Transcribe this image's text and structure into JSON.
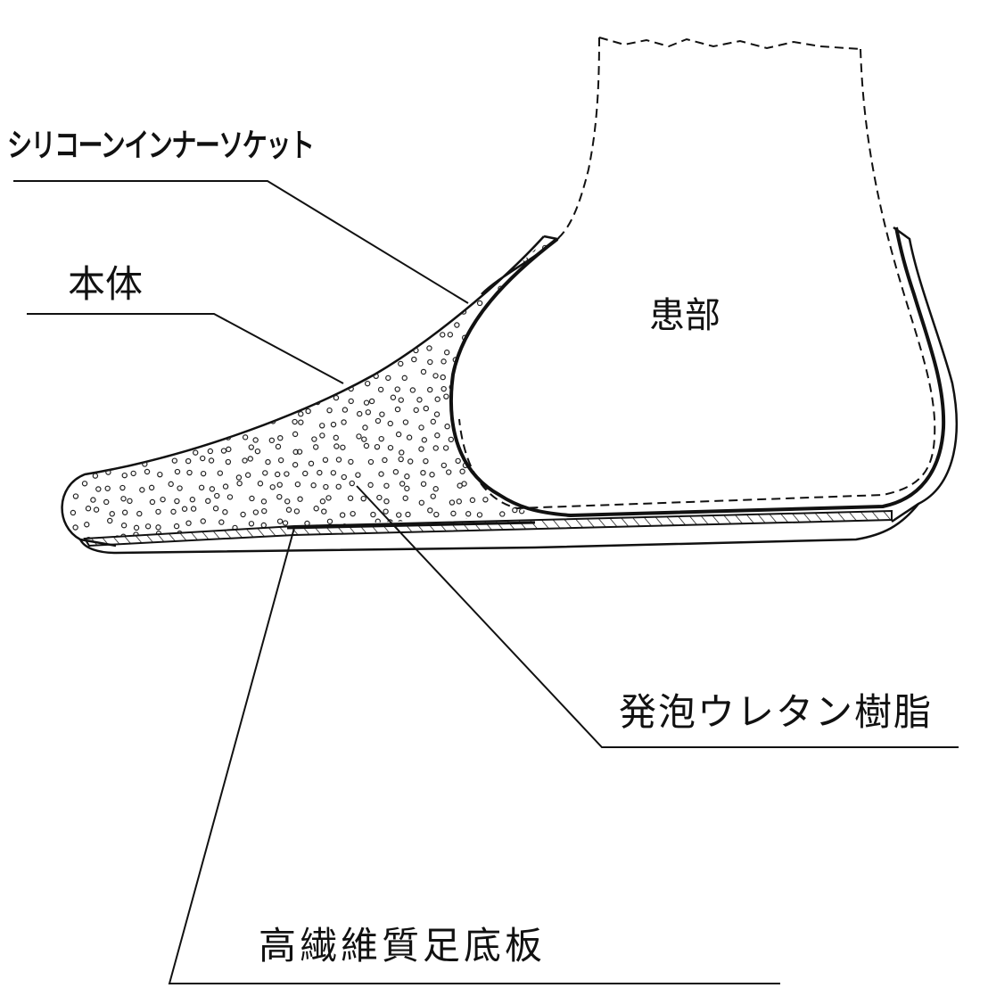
{
  "labels": {
    "silicone_inner_socket": "シリコーンインナーソケット",
    "main_body": "本体",
    "affected_part": "患部",
    "urethane_foam": "発泡ウレタン樹脂",
    "high_fiber_sole_plate": "高繊維質足底板"
  },
  "colors": {
    "ink": "#111111",
    "background": "#ffffff"
  }
}
